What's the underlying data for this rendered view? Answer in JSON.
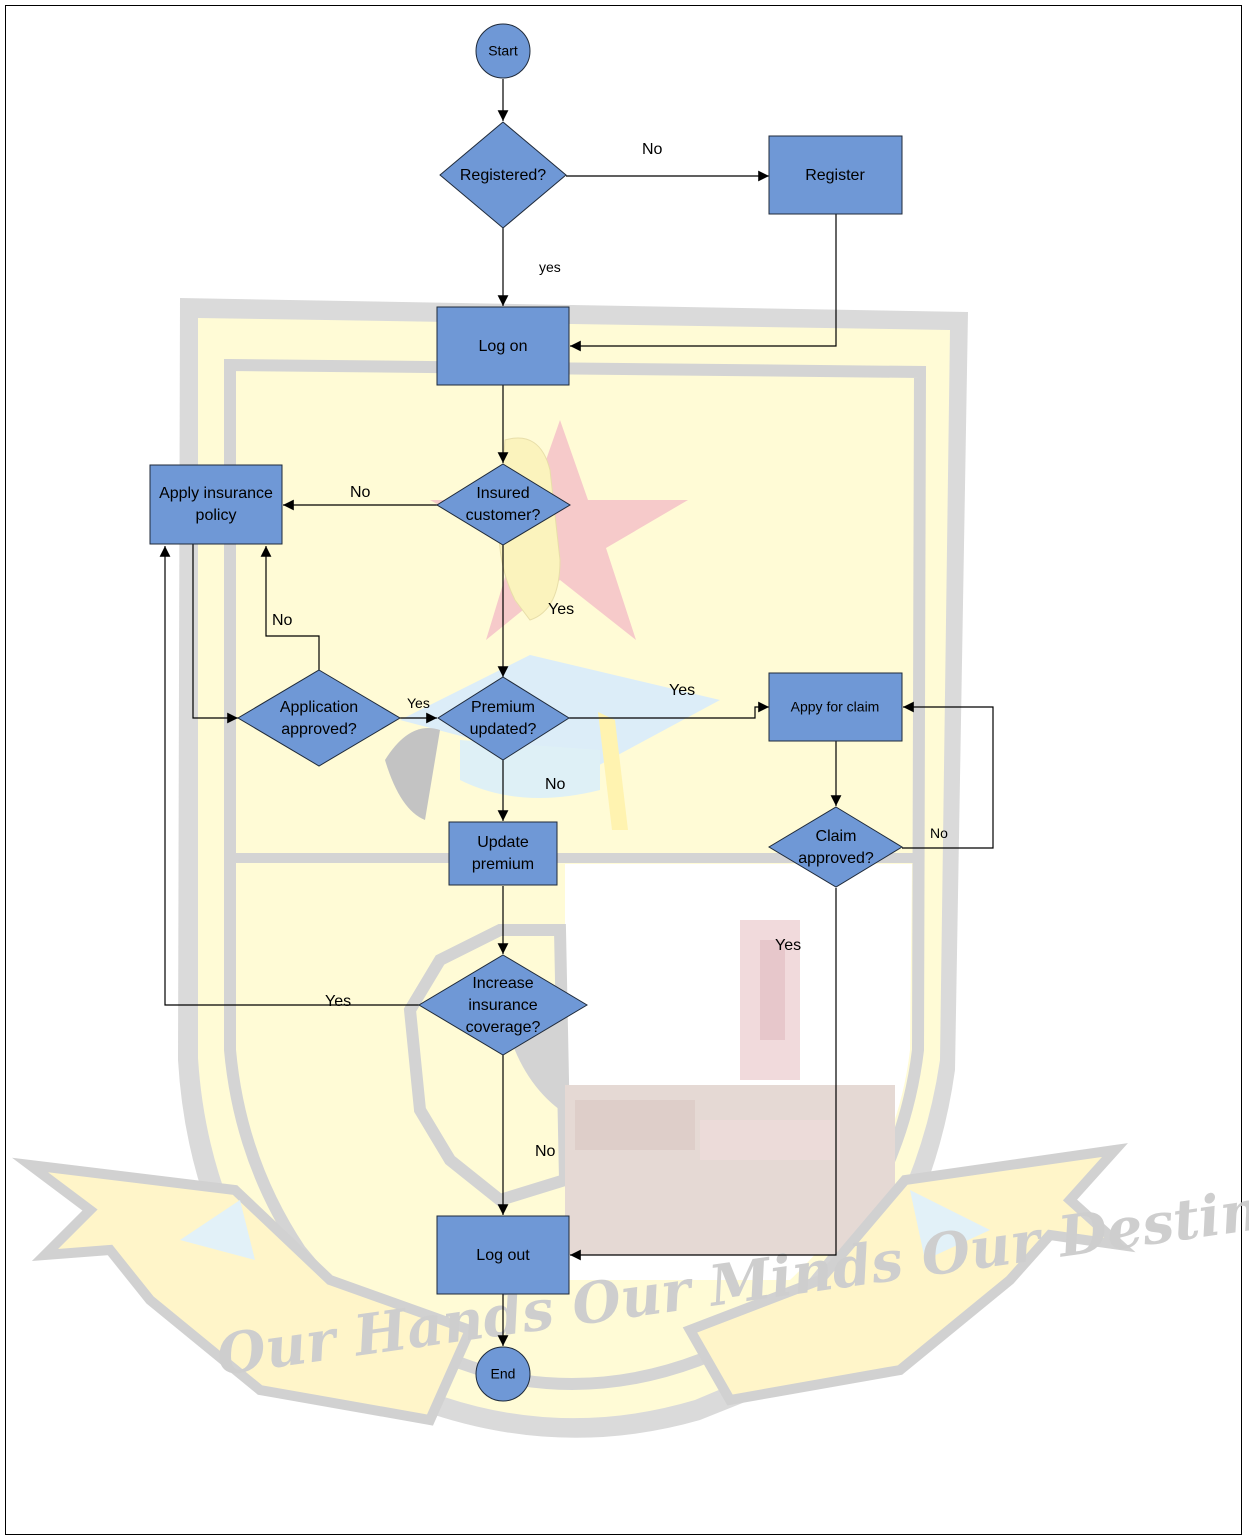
{
  "watermark": {
    "motto": "Our Hands Our Minds Our Destiny"
  },
  "nodes": {
    "start": "Start",
    "registered": "Registered?",
    "register": "Register",
    "log_on": "Log on",
    "insured": [
      "Insured",
      "customer?"
    ],
    "apply_policy": [
      "Apply insurance",
      "policy"
    ],
    "app_approved": [
      "Application",
      "approved?"
    ],
    "premium_updated": [
      "Premium",
      "updated?"
    ],
    "apply_claim": "Appy for claim",
    "claim_approved": [
      "Claim",
      "approved?"
    ],
    "update_premium": [
      "Update",
      "premium"
    ],
    "increase_coverage": [
      "Increase",
      "insurance",
      "coverage?"
    ],
    "log_out": "Log out",
    "end": "End"
  },
  "edge_labels": {
    "registered_no": "No",
    "registered_yes": "yes",
    "insured_no": "No",
    "insured_yes": "Yes",
    "app_no": "No",
    "app_yes": "Yes",
    "premium_yes": "Yes",
    "premium_no": "No",
    "claim_no": "No",
    "claim_yes": "Yes",
    "coverage_yes": "Yes",
    "coverage_no": "No"
  },
  "colors": {
    "node_fill": "#6f98d6",
    "watermark_gray": "#c9c9c9",
    "watermark_yellow": "#fffbd2"
  }
}
